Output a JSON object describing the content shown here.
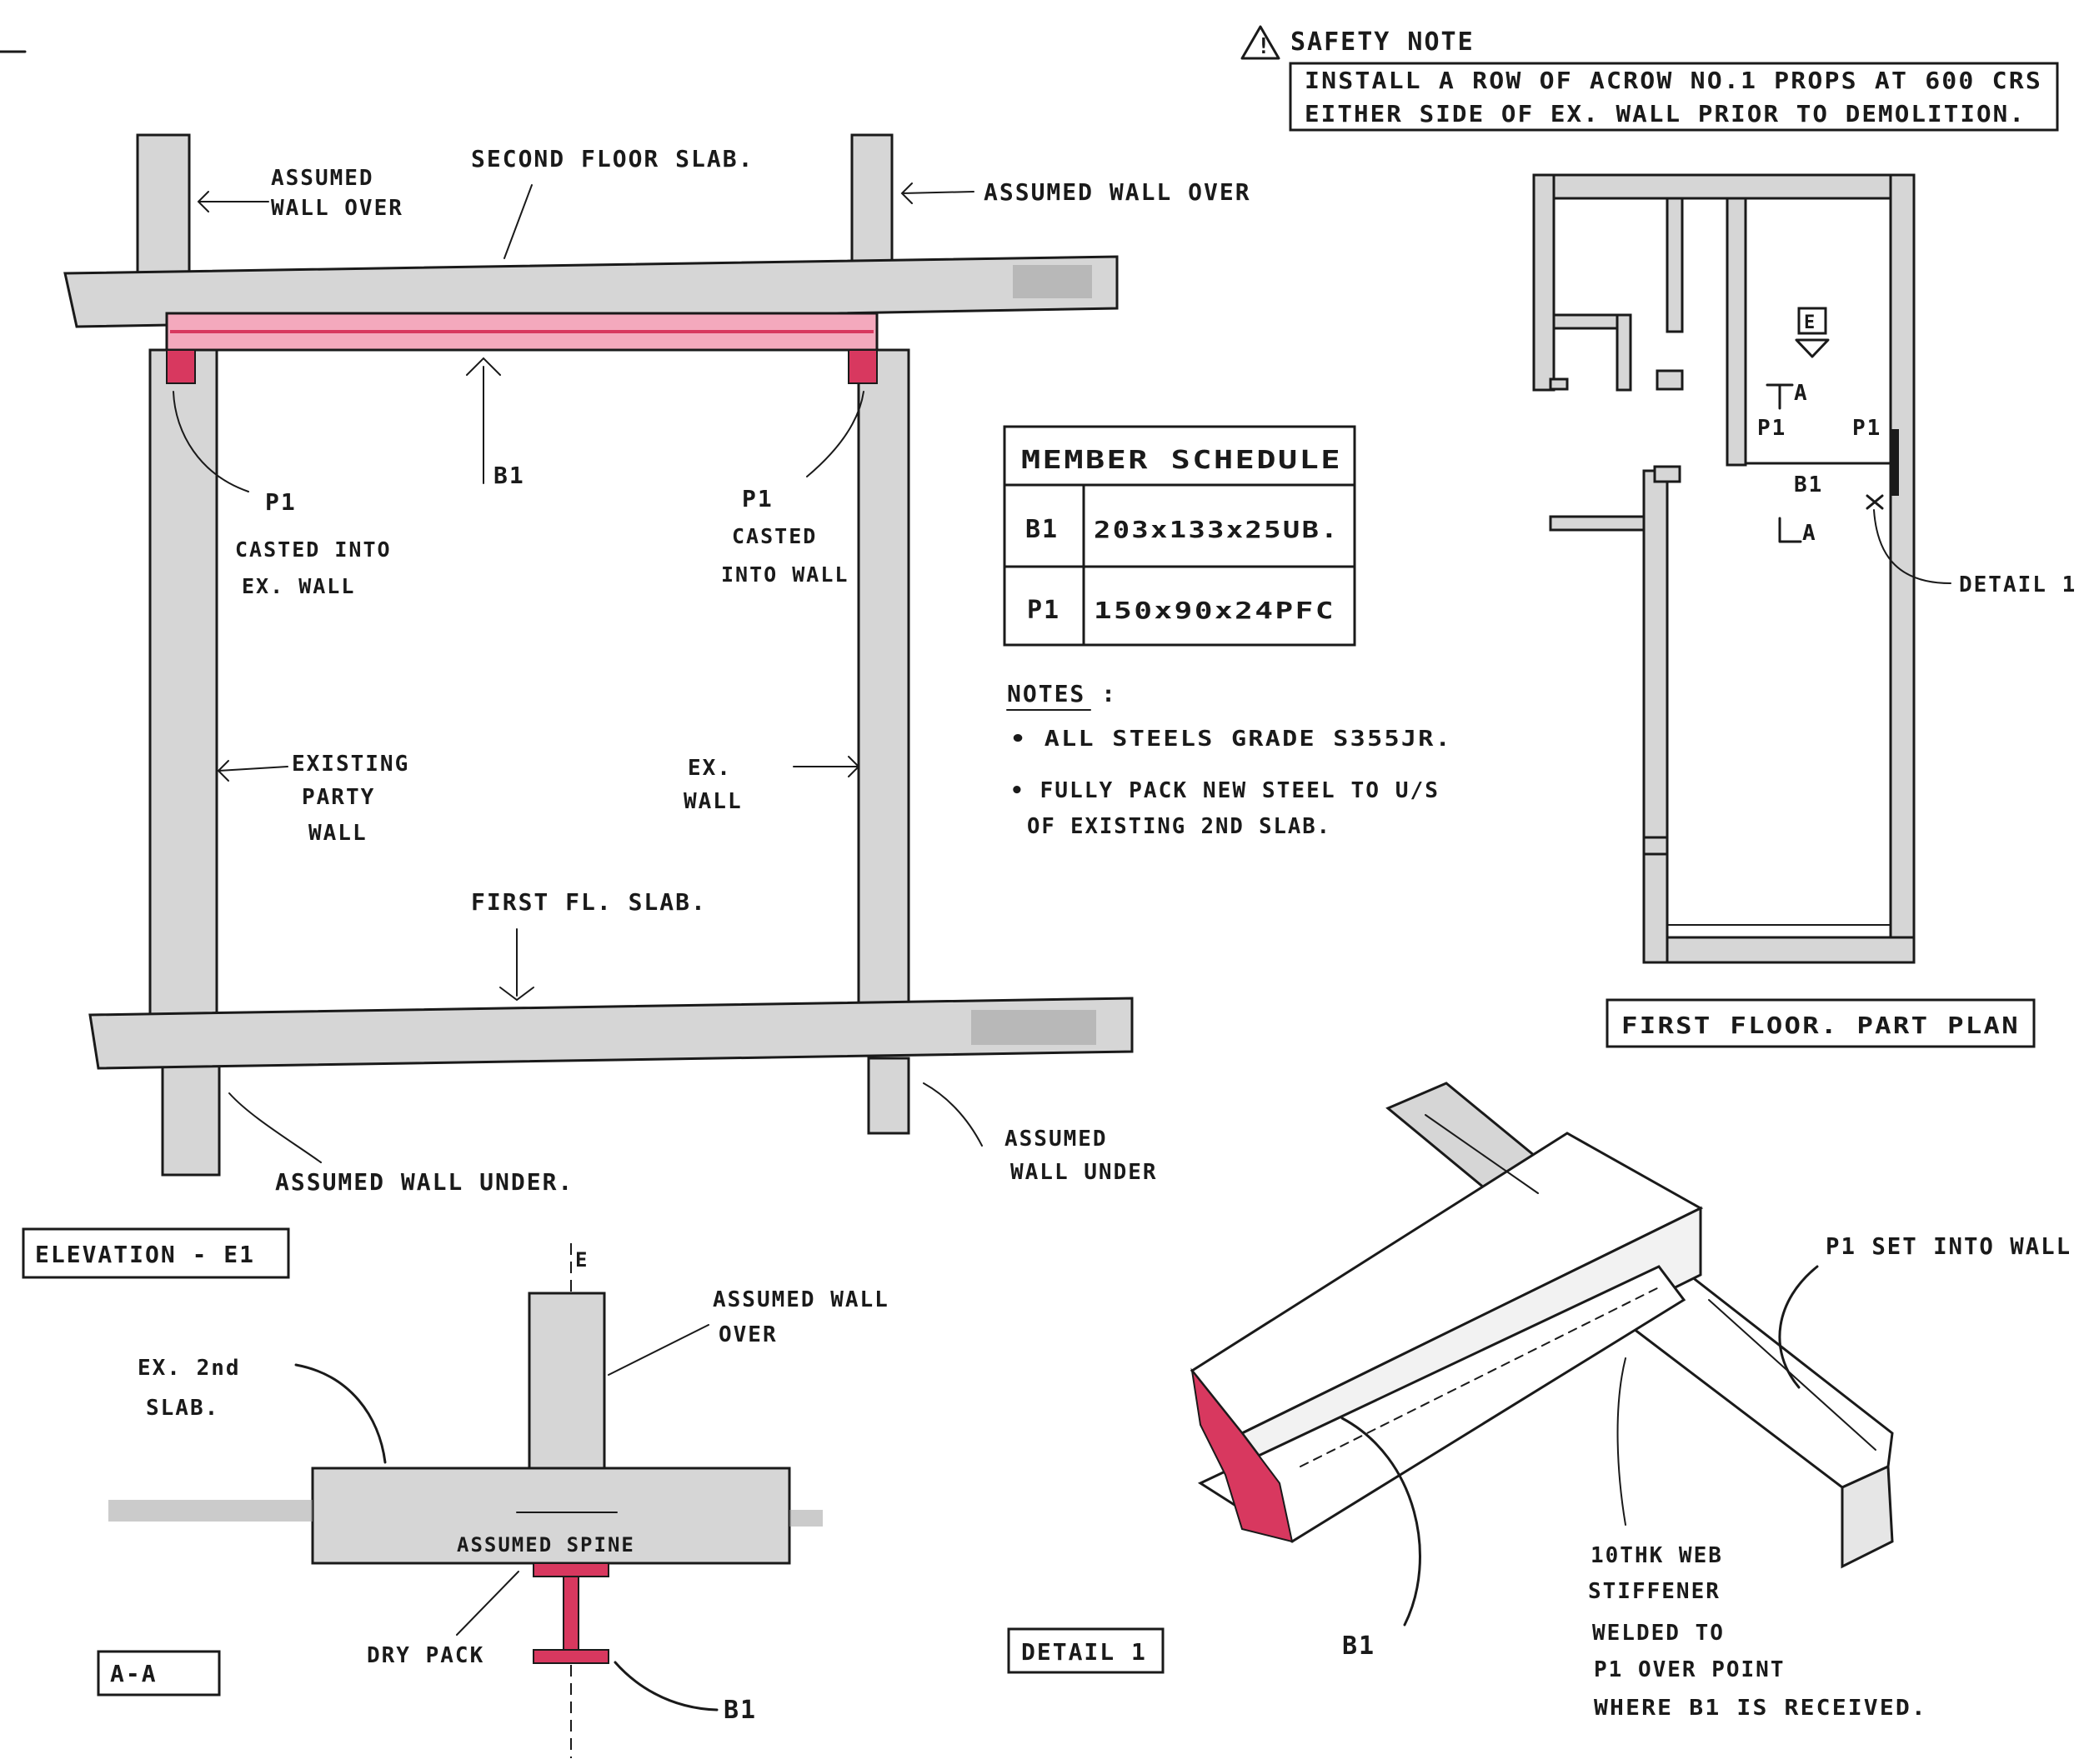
{
  "safety": {
    "title": "SAFETY NOTE",
    "line1": "INSTALL A ROW OF ACROW NO.1 PROPS AT 600 CRS",
    "line2": "EITHER SIDE OF EX. WALL PRIOR TO DEMOLITION."
  },
  "elevation": {
    "second_floor_slab": "SECOND FLOOR SLAB.",
    "wall_over_left_1": "ASSUMED",
    "wall_over_left_2": "WALL OVER",
    "wall_over_right": "ASSUMED WALL OVER",
    "b1": "B1",
    "p1_left": "P1",
    "cast_left_1": "CASTED INTO",
    "cast_left_2": "EX. WALL",
    "p1_right": "P1",
    "cast_right_1": "CASTED",
    "cast_right_2": "INTO WALL",
    "party_wall_1": "EXISTING",
    "party_wall_2": "PARTY",
    "party_wall_3": "WALL",
    "ex_wall_1": "EX.",
    "ex_wall_2": "WALL",
    "first_floor_slab": "FIRST FL. SLAB.",
    "wall_under_left": "ASSUMED WALL UNDER.",
    "wall_under_right_1": "ASSUMED",
    "wall_under_right_2": "WALL UNDER",
    "label": "ELEVATION - E1"
  },
  "schedule": {
    "title": "MEMBER SCHEDULE",
    "rows": [
      {
        "mark": "B1",
        "size": "203x133x25UB."
      },
      {
        "mark": "P1",
        "size": "150x90x24PFC"
      }
    ]
  },
  "notes": {
    "title": "NOTES :",
    "item1": "• ALL STEELS GRADE S355JR.",
    "item2_1": "• FULLY PACK NEW STEEL TO U/S",
    "item2_2": "OF EXISTING 2ND SLAB."
  },
  "plan": {
    "e_mark": "E",
    "a_top": "A",
    "p1_left": "P1",
    "p1_right": "P1",
    "b1": "B1",
    "a_bottom": "A",
    "detail_ref": "DETAIL 1",
    "label": "FIRST FLOOR. PART PLAN"
  },
  "section": {
    "centreline": "E",
    "wall_over_1": "ASSUMED WALL",
    "wall_over_2": "OVER",
    "slab_1": "EX. 2nd",
    "slab_2": "SLAB.",
    "spine": "ASSUMED SPINE",
    "dry_pack": "DRY PACK",
    "b1": "B1",
    "label": "A-A"
  },
  "detail": {
    "label": "DETAIL 1",
    "p1_set": "P1 SET INTO WALL",
    "b1": "B1",
    "stiff_1": "10THK WEB",
    "stiff_2": "STIFFENER",
    "stiff_3": "WELDED TO",
    "stiff_4": "P1 OVER POINT",
    "stiff_5": "WHERE B1 IS RECEIVED."
  },
  "colors": {
    "ink": "#1a1a1a",
    "masonry": "#d6d6d6",
    "steel_highlight": "#d8385f"
  }
}
